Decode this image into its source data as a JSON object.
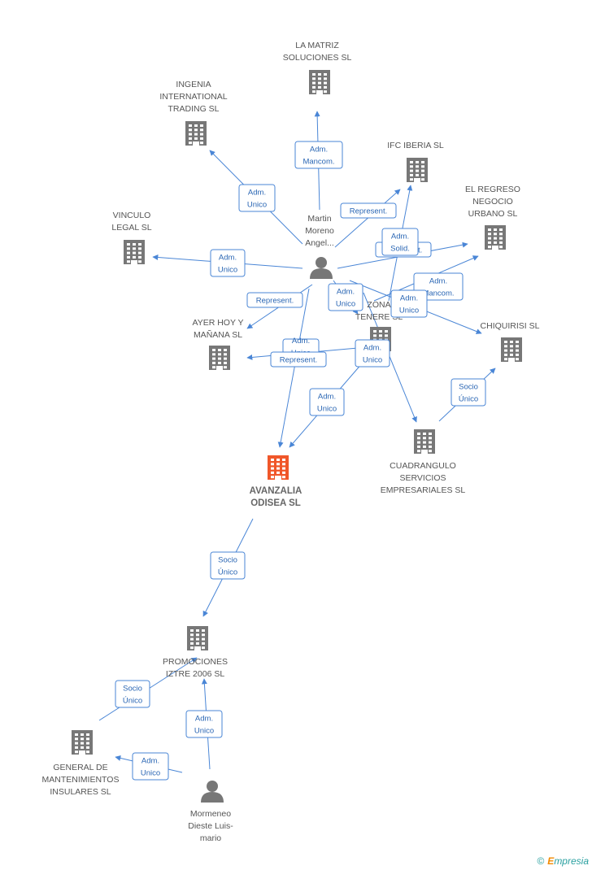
{
  "colors": {
    "edge": "#4a86d6",
    "edge_text": "#2a66b4",
    "building": "#777777",
    "main_building": "#f0572a",
    "person": "#777777",
    "label": "#555555"
  },
  "nodes": [
    {
      "id": "matriz",
      "type": "company",
      "lines": [
        "LA MATRIZ",
        "SOLUCIONES  SL"
      ]
    },
    {
      "id": "ingenia",
      "type": "company",
      "lines": [
        "INGENIA",
        "INTERNATIONAL",
        "TRADING SL"
      ]
    },
    {
      "id": "ifc",
      "type": "company",
      "lines": [
        "IFC IBERIA  SL"
      ]
    },
    {
      "id": "regreso",
      "type": "company",
      "lines": [
        "EL REGRESO",
        "NEGOCIO",
        "URBANO SL"
      ]
    },
    {
      "id": "vinculo",
      "type": "company",
      "lines": [
        "VINCULO",
        "LEGAL SL"
      ]
    },
    {
      "id": "martin",
      "type": "person",
      "lines": [
        "Martin",
        "Moreno",
        "Angel..."
      ]
    },
    {
      "id": "zona",
      "type": "company",
      "lines": [
        "ZONA",
        "TENERE SL"
      ]
    },
    {
      "id": "ayer",
      "type": "company",
      "lines": [
        "AYER HOY Y",
        "MAÑANA SL"
      ]
    },
    {
      "id": "chiquirisi",
      "type": "company",
      "lines": [
        "CHIQUIRISI  SL"
      ]
    },
    {
      "id": "cuadrangulo",
      "type": "company",
      "lines": [
        "CUADRANGULO",
        "SERVICIOS",
        "EMPRESARIALES SL"
      ]
    },
    {
      "id": "avanzalia",
      "type": "main",
      "lines": [
        "AVANZALIA",
        "ODISEA SL"
      ]
    },
    {
      "id": "promociones",
      "type": "company",
      "lines": [
        "PROMOCIONES",
        "IZTRE 2006 SL"
      ]
    },
    {
      "id": "general",
      "type": "company",
      "lines": [
        "GENERAL DE",
        "MANTENIMIENTOS",
        "INSULARES SL"
      ]
    },
    {
      "id": "mormeneo",
      "type": "person",
      "lines": [
        "Mormeneo",
        "Dieste Luis-",
        "mario"
      ]
    }
  ],
  "edges": [
    {
      "id": "e-matriz",
      "lines": [
        "Adm.",
        "Mancom."
      ]
    },
    {
      "id": "e-ingenia",
      "lines": [
        "Adm.",
        "Unico"
      ]
    },
    {
      "id": "e-ifc-rep",
      "lines": [
        "Represent."
      ]
    },
    {
      "id": "e-regreso-rep",
      "lines": [
        "Represent."
      ]
    },
    {
      "id": "e-ifc-solid",
      "lines": [
        "Adm.",
        "Solid."
      ]
    },
    {
      "id": "e-regreso-mancom",
      "lines": [
        "Adm.",
        "Mancom."
      ]
    },
    {
      "id": "e-vinculo",
      "lines": [
        "Adm.",
        "Unico"
      ]
    },
    {
      "id": "e-ayer-rep",
      "lines": [
        "Represent."
      ]
    },
    {
      "id": "e-zona-unico",
      "lines": [
        "Adm.",
        "Unico"
      ]
    },
    {
      "id": "e-chiquirisi",
      "lines": [
        "Adm.",
        "Unico"
      ]
    },
    {
      "id": "e-ayer-adm",
      "lines": [
        "Adm.",
        "Unico"
      ]
    },
    {
      "id": "e-ayer-rep2",
      "lines": [
        "Represent."
      ]
    },
    {
      "id": "e-cuad-unico",
      "lines": [
        "Adm.",
        "Unico"
      ]
    },
    {
      "id": "e-avanzalia-unico",
      "lines": [
        "Adm.",
        "Unico"
      ]
    },
    {
      "id": "e-chiq-socio",
      "lines": [
        "Socio",
        "Único"
      ]
    },
    {
      "id": "e-prom-socio",
      "lines": [
        "Socio",
        "Único"
      ]
    },
    {
      "id": "e-general-socio",
      "lines": [
        "Socio",
        "Único"
      ]
    },
    {
      "id": "e-prom-adm",
      "lines": [
        "Adm.",
        "Unico"
      ]
    },
    {
      "id": "e-general-adm",
      "lines": [
        "Adm.",
        "Unico"
      ]
    }
  ],
  "footer": {
    "copyright": "©",
    "brand_first": "E",
    "brand_rest": "mpresia"
  }
}
